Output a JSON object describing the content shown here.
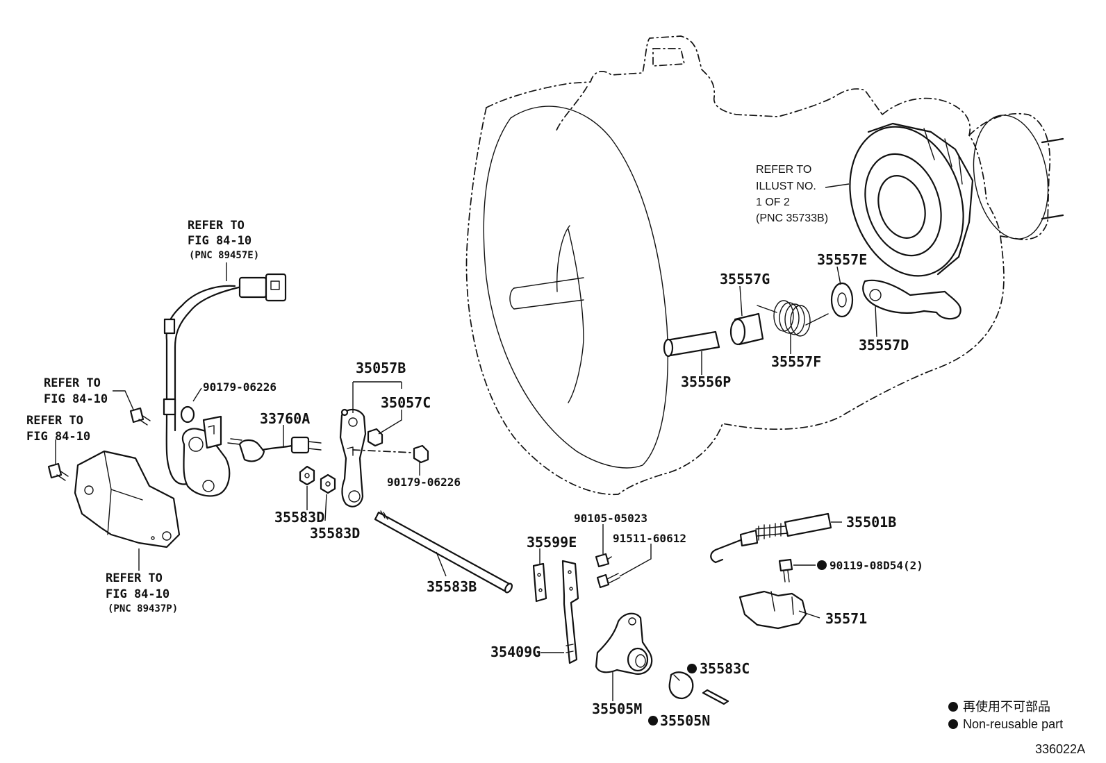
{
  "diagram": {
    "illustration_id": "336022A",
    "parts": {
      "p35057B": "35057B",
      "p35057C": "35057C",
      "p33760A": "33760A",
      "p90179_06226_top": "90179-06226",
      "p90179_06226_mid": "90179-06226",
      "p35583D_1": "35583D",
      "p35583D_2": "35583D",
      "p35583B": "35583B",
      "p35599E": "35599E",
      "p90105_05023": "90105-05023",
      "p91511_60612": "91511-60612",
      "p35501B": "35501B",
      "p90119_08D54": "90119-08D54(2)",
      "p35571": "35571",
      "p35409G": "35409G",
      "p35505M": "35505M",
      "p35583C": "35583C",
      "p35505N": "35505N",
      "p35556P": "35556P",
      "p35557G": "35557G",
      "p35557E": "35557E",
      "p35557F": "35557F",
      "p35557D": "35557D"
    },
    "notes": {
      "fig_top": [
        "REFER TO",
        "FIG 84-10",
        "(PNC 89457E)"
      ],
      "fig_left1": [
        "REFER TO",
        "FIG 84-10"
      ],
      "fig_left2": [
        "REFER TO",
        "FIG 84-10"
      ],
      "fig_bottom": [
        "REFER TO",
        "FIG 84-10",
        "(PNC 89437P)"
      ],
      "illust": [
        "REFER TO",
        "ILLUST NO.",
        "1 OF 2",
        "(PNC 35733B)"
      ]
    },
    "legend": {
      "jp": "再使用不可部品",
      "en": "Non-reusable part"
    }
  }
}
